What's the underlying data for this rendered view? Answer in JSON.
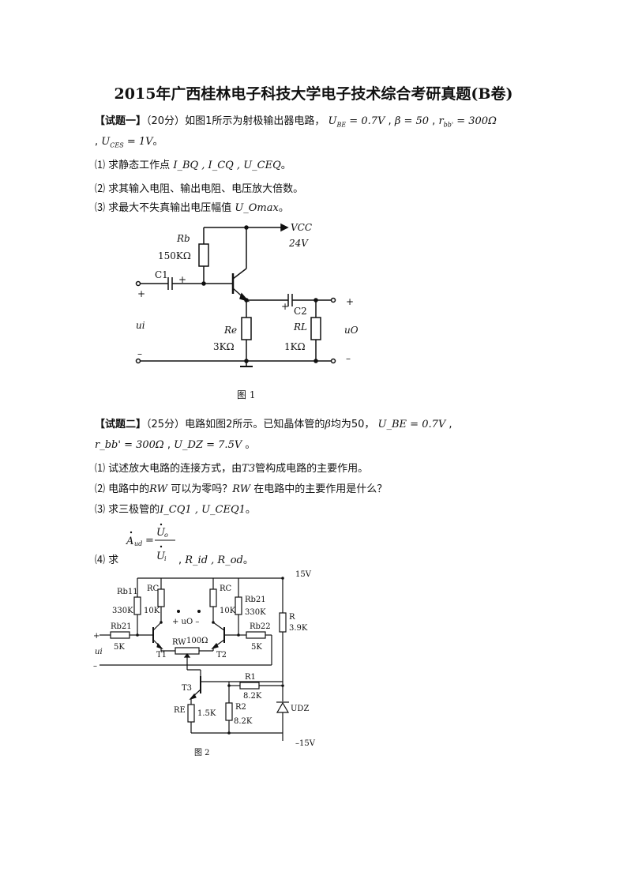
{
  "title": "2015年广西桂林电子科技大学电子技术综合考研真题(B卷)",
  "q1": {
    "head": "【试题一】",
    "points": "（20分）",
    "intro": "如图1所示为射极输出器电路，",
    "ube": "U",
    "ube_sub": "BE",
    "ube_val": " = 0.7V",
    "beta": "β = 50",
    "rbb": "r",
    "rbb_sub": "bb'",
    "rbb_val": " = 300Ω",
    "uces": "U",
    "uces_sub": "CES",
    "uces_val": " = 1V",
    "end": "。",
    "items": [
      {
        "num": "⑴",
        "text": "求静态工作点",
        "vars": "I_BQ , I_CQ , U_CEQ",
        "tail": "。"
      },
      {
        "num": "⑵",
        "text": "求其输入电阻、输出电阻、电压放大倍数。"
      },
      {
        "num": "⑶",
        "text": "求最大不失真输出电压幅值",
        "var": "U_Omax",
        "tail": "。"
      }
    ],
    "fig": {
      "vcc": "VCC",
      "vcc_val": "24V",
      "rb": "Rb",
      "rb_val": "150KΩ",
      "c1": "C1",
      "c2": "C2",
      "re": "Re",
      "re_val": "3KΩ",
      "rl": "RL",
      "rl_val": "1KΩ",
      "ui": "ui",
      "uo": "uO",
      "plus": "+",
      "minus": "–",
      "caption": "图 1"
    }
  },
  "q2": {
    "head": "【试题二】",
    "points": "（25分）",
    "intro": "电路如图2所示。已知晶体管的",
    "beta_sym": "β",
    "intro2": "均为50，",
    "ube": "U_BE = 0.7V",
    "rbb": "r_bb' = 300Ω",
    "udz": "U_DZ = 7.5V",
    "items": [
      {
        "num": "⑴",
        "text": "试述放大电路的连接方式，由",
        "var": "T3",
        "tail": "管构成电路的主要作用。"
      },
      {
        "num": "⑵",
        "text": "电路中的",
        "var": "RW",
        "mid": "可以为零吗？",
        "var2": "RW",
        "tail": "在电路中的主要作用是什么？"
      },
      {
        "num": "⑶",
        "text": "求三极管的",
        "vars": "I_CQ1 , U_CEQ1",
        "tail": "。"
      },
      {
        "num": "⑷",
        "text": "求",
        "vars": "R_id , R_od",
        "tail": "。"
      }
    ],
    "fig": {
      "v_top": "15V",
      "v_bot": "–15V",
      "rb11": "Rb11",
      "rb11_val": "330K",
      "rc_l": "RC",
      "rc_l_val": "10K",
      "rc_r": "RC",
      "rc_r_val": "10K",
      "rb21_r": "Rb21",
      "rb21_r_val": "330K",
      "r": "R",
      "r_val": "3.9K",
      "rb21_l": "Rb21",
      "rb21_l_val": "5K",
      "rb22": "Rb22",
      "rb22_val": "5K",
      "rw": "RW",
      "rw_val": "100Ω",
      "uo": "+  uO  –",
      "t1": "T1",
      "t2": "T2",
      "t3": "T3",
      "r1": "R1",
      "r1_val": "8.2K",
      "r2": "R2",
      "r2_val": "8.2K",
      "re": "RE",
      "re_val": "1.5K",
      "udz": "UDZ",
      "ui": "ui",
      "plus": "+",
      "minus": "–",
      "caption": "图 2"
    }
  }
}
